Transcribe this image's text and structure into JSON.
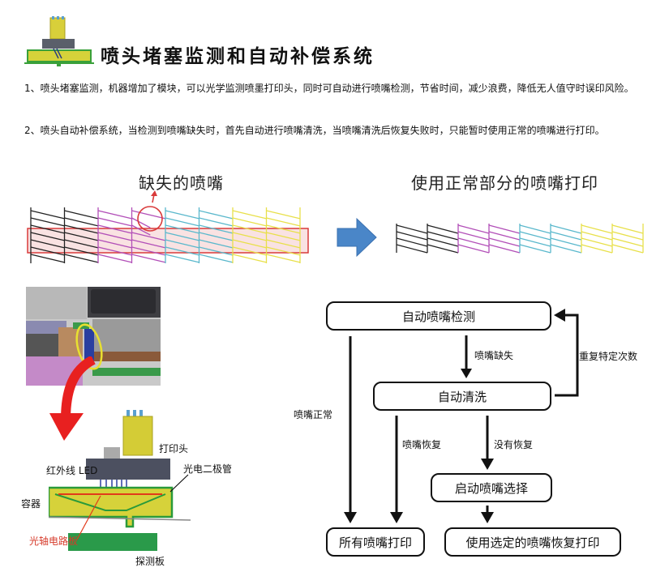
{
  "header": {
    "icon": "print-head-module-icon",
    "title": "喷头堵塞监测和自动补偿系统"
  },
  "description": {
    "paragraphs": [
      "1、喷头堵塞监测，机器增加了模块，可以光学监测喷墨打印头，同时可自动进行喷嘴检测，节省时间，减少浪费，降低无人值守时误印风险。",
      "2、喷头自动补偿系统，当检测到喷嘴缺失时，首先自动进行喷嘴清洗，当喷嘴清洗后恢复失败时，只能暂时使用正常的喷嘴进行打印。"
    ]
  },
  "nozzle_comparison": {
    "left_caption": "缺失的喷嘴",
    "right_caption": "使用正常部分的喷嘴打印",
    "colors": [
      "#222222",
      "#222222",
      "#b24fb8",
      "#b24fb8",
      "#5ab8cc",
      "#5ab8cc",
      "#e8e04a",
      "#e8e04a"
    ],
    "highlight_color": "#d93a3a",
    "arrow_color": "#4a86c8"
  },
  "device_diagram": {
    "labels": {
      "print_head": "打印头",
      "ir_led": "红外线 LED",
      "photodiode": "光电二极管",
      "container": "容器",
      "optical_board": "光轴电路板",
      "detector_board": "探测板"
    }
  },
  "flowchart": {
    "nodes": {
      "detect": "自动喷嘴检测",
      "clean": "自动清洗",
      "select": "启动喷嘴选择",
      "print_all": "所有喷嘴打印",
      "print_selected": "使用选定的喷嘴恢复打印"
    },
    "edges": {
      "missing": "喷嘴缺失",
      "repeat": "重复特定次数",
      "normal": "喷嘴正常",
      "recovered": "喷嘴恢复",
      "not_recovered": "没有恢复"
    }
  }
}
